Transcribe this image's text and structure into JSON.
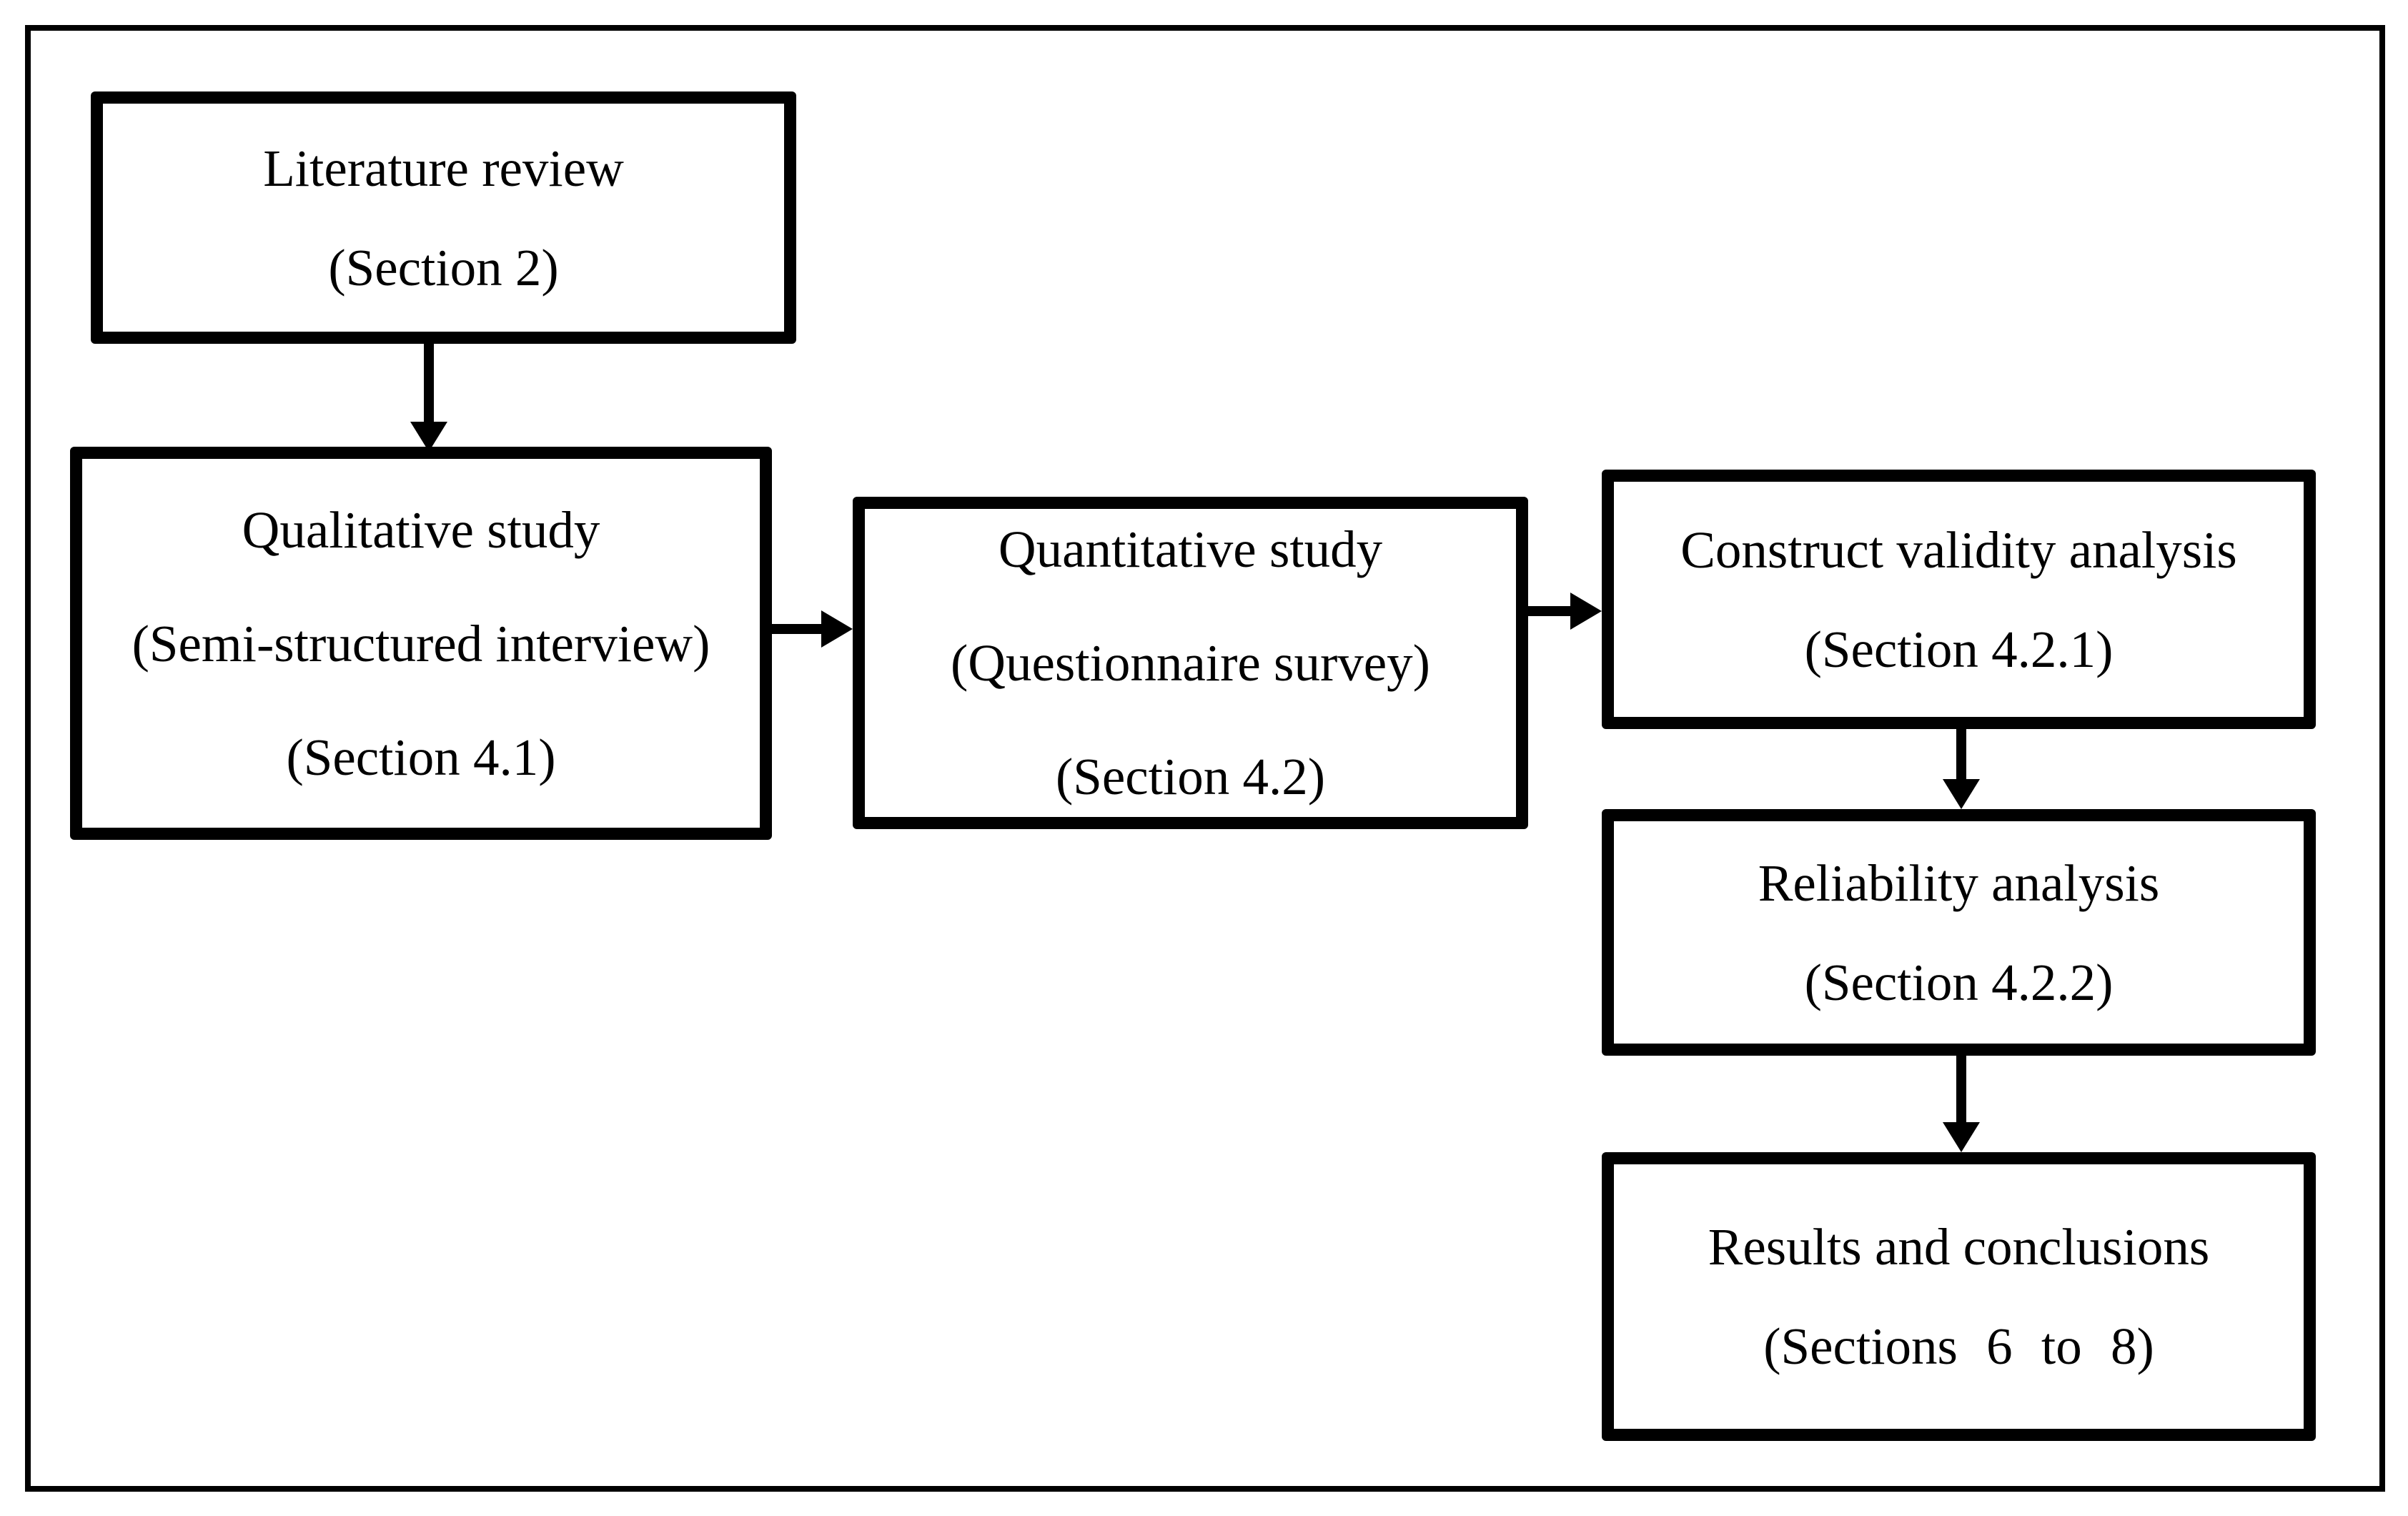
{
  "diagram": {
    "type": "flowchart",
    "colors": {
      "ink": "#000000",
      "background": "#ffffff"
    },
    "boxes": [
      {
        "id": "literature-review",
        "lines": [
          "Literature review",
          "(Section 2)"
        ]
      },
      {
        "id": "qualitative-study",
        "lines": [
          "Qualitative study",
          "(Semi-structured interview)",
          "(Section 4.1)"
        ]
      },
      {
        "id": "quantitative-study",
        "lines": [
          "Quantitative study",
          "(Questionnaire survey)",
          "(Section 4.2)"
        ]
      },
      {
        "id": "construct-validity-analysis",
        "lines": [
          "Construct validity analysis",
          "(Section 4.2.1)"
        ]
      },
      {
        "id": "reliability-analysis",
        "lines": [
          "Reliability analysis",
          "(Section 4.2.2)"
        ]
      },
      {
        "id": "results-and-conclusions",
        "lines": [
          "Results and conclusions",
          "(Sections 6 to 8)"
        ]
      }
    ],
    "arrows": [
      {
        "from": "literature-review",
        "to": "qualitative-study",
        "direction": "down"
      },
      {
        "from": "qualitative-study",
        "to": "quantitative-study",
        "direction": "right"
      },
      {
        "from": "quantitative-study",
        "to": "construct-validity-analysis",
        "direction": "right"
      },
      {
        "from": "construct-validity-analysis",
        "to": "reliability-analysis",
        "direction": "down"
      },
      {
        "from": "reliability-analysis",
        "to": "results-and-conclusions",
        "direction": "down"
      }
    ]
  }
}
